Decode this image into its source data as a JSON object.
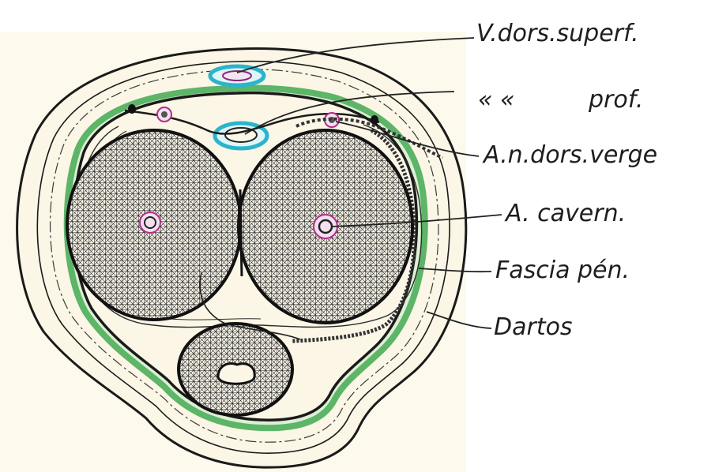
{
  "figure": {
    "labels": [
      {
        "id": "v-dors-superf",
        "text": "V.dors.superf."
      },
      {
        "id": "v-dors-prof",
        "ditto": "« «",
        "text": "prof."
      },
      {
        "id": "a-n-dors-verge",
        "text": "A.n.dors.verge"
      },
      {
        "id": "a-cavern",
        "text": "A. cavern."
      },
      {
        "id": "fascia-pen",
        "text": "Fascia pén."
      },
      {
        "id": "dartos",
        "text": "Dartos"
      }
    ],
    "colors": {
      "outline": "#1a1a1a",
      "skin_fill": "#fbf6e6",
      "fascia_green": "#4caf5a",
      "vein_cyan": "#2bb4cc",
      "artery_magenta": "#b0308a",
      "background": "#ffffff"
    }
  }
}
